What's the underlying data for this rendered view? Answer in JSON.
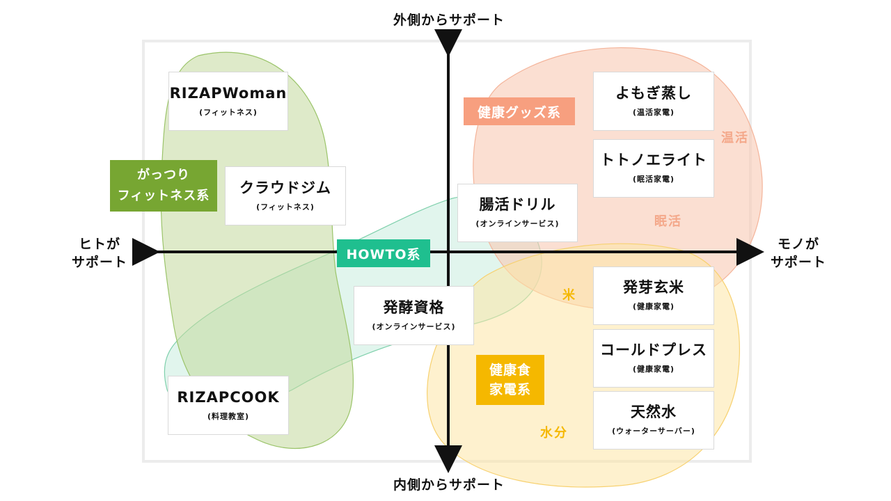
{
  "axes": {
    "top": "外側からサポート",
    "bottom": "内側からサポート",
    "left": [
      "ヒトが",
      "サポート"
    ],
    "right": [
      "モノが",
      "サポート"
    ]
  },
  "categories": {
    "fitness": {
      "lines": [
        "がっつり",
        "フィットネス系"
      ],
      "color": "#77a632"
    },
    "howto": {
      "lines": [
        "HOWTO系"
      ],
      "color": "#1fbf8f"
    },
    "goods": {
      "lines": [
        "健康グッズ系"
      ],
      "color": "#f79f7f"
    },
    "appliance": {
      "lines": [
        "健康食",
        "家電系"
      ],
      "color": "#f5b800"
    }
  },
  "regions": {
    "onkatsu": "温活",
    "minkatsu": "眠活",
    "kome": "米",
    "suibun": "水分"
  },
  "cards": [
    {
      "name": "RIZAPWoman",
      "sub": "(フィットネス)"
    },
    {
      "name": "クラウドジム",
      "sub": "(フィットネス)"
    },
    {
      "name": "RIZAPCOOK",
      "sub": "(料理教室)"
    },
    {
      "name": "発酵資格",
      "sub": "(オンラインサービス)"
    },
    {
      "name": "腸活ドリル",
      "sub": "(オンラインサービス)"
    },
    {
      "name": "よもぎ蒸し",
      "sub": "(温活家電)"
    },
    {
      "name": "トトノエライト",
      "sub": "(眠活家電)"
    },
    {
      "name": "発芽玄米",
      "sub": "(健康家電)"
    },
    {
      "name": "コールドプレス",
      "sub": "(健康家電)"
    },
    {
      "name": "天然水",
      "sub": "(ウォーターサーバー)"
    }
  ]
}
